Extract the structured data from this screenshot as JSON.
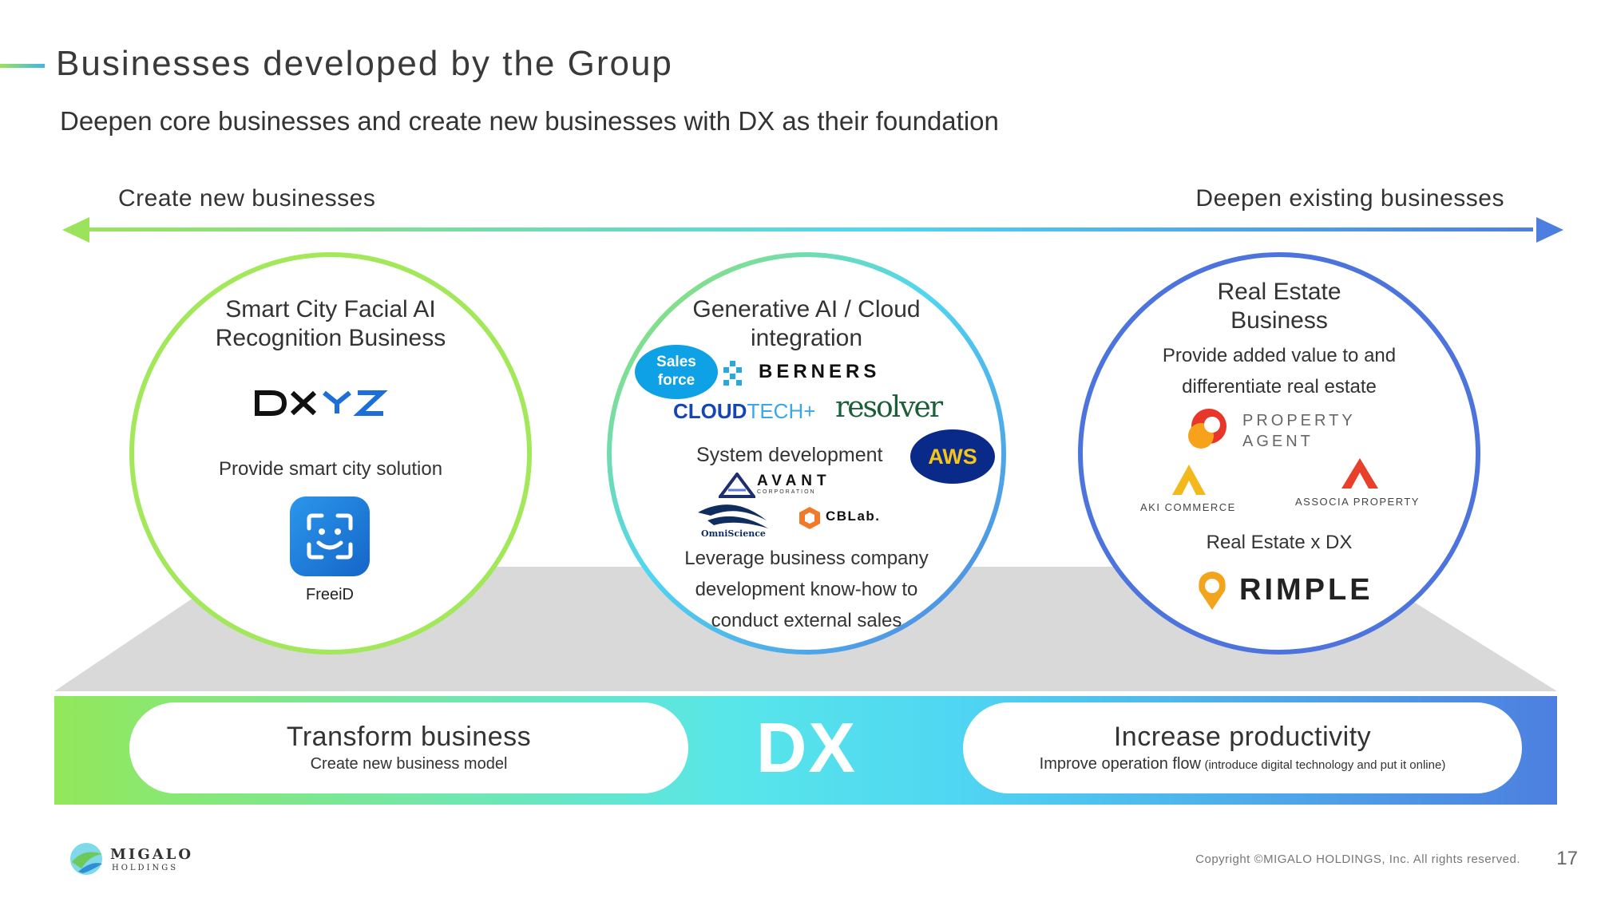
{
  "header": {
    "title": "Businesses developed by the Group",
    "subtitle": "Deepen core businesses and create new businesses with DX as their foundation"
  },
  "axis": {
    "left_label": "Create new businesses",
    "right_label": "Deepen existing businesses"
  },
  "circles": [
    {
      "title_line1": "Smart City Facial AI",
      "title_line2": "Recognition Business",
      "logo": "DXYZ",
      "description": "Provide smart city solution",
      "app_name": "FreeiD"
    },
    {
      "title_line1": "Generative AI / Cloud",
      "title_line2": "integration",
      "salesforce_line1": "Sales",
      "salesforce_line2": "force",
      "berners": "BERNERS",
      "cloudtech_a": "CLOUD",
      "cloudtech_b": "TECH+",
      "resolver": "resolver",
      "system_dev": "System development",
      "aws": "AWS",
      "avant": "AVANT",
      "avant_sub": "CORPORATION",
      "omniscience": "OmniScience",
      "cblab": "CBLab.",
      "desc_line1": "Leverage business company",
      "desc_line2": "development know-how to",
      "desc_line3": "conduct external sales"
    },
    {
      "title_line1": "Real Estate",
      "title_line2": "Business",
      "desc_line1": "Provide added value to and",
      "desc_line2": "differentiate real estate",
      "property_agent_line1": "PROPERTY",
      "property_agent_line2": "AGENT",
      "aki": "AKI COMMERCE",
      "associa": "ASSOCIA PROPERTY",
      "re_dx": "Real Estate x DX",
      "rimple": "RIMPLE"
    }
  ],
  "band": {
    "left_title": "Transform business",
    "left_sub": "Create new business model",
    "center": "DX",
    "right_title": "Increase productivity",
    "right_sub": "Improve operation flow",
    "right_sub_small": "(introduce digital technology and put it online)"
  },
  "footer": {
    "logo_main": "MIGALO",
    "logo_sub": "HOLDINGS",
    "copyright": "Copyright ©MIGALO HOLDINGS, Inc. All rights reserved.",
    "page_number": "17"
  },
  "colors": {
    "green": "#a2e85a",
    "cyan": "#4fd6f2",
    "blue": "#4d74dc",
    "aws_navy": "#0a2a8a",
    "aws_text": "#f5c518",
    "salesforce": "#0fa1e6",
    "freeid": "#1e7fd8",
    "platform_gray": "#d9d9d9"
  }
}
